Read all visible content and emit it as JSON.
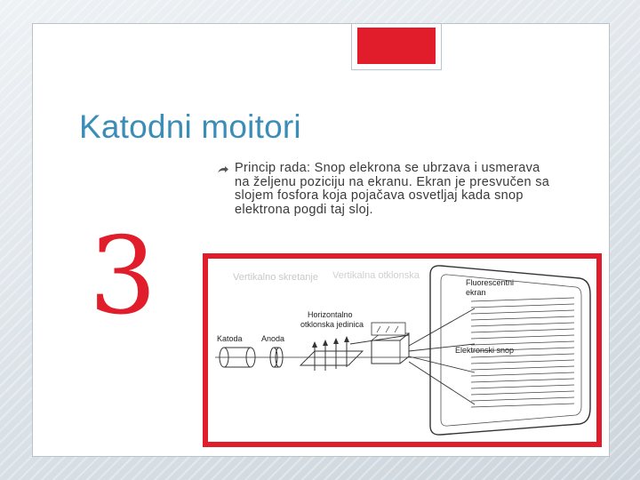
{
  "slide": {
    "title": "Katodni moitori",
    "number": "3",
    "bullet_text": "Princip rada: Snop elekrona se ubrzava i usmerava na željenu poziciju na ekranu. Ekran je presvučen sa slojem fosfora koja pojačava osvetljaj kada snop elektrona pogdi taj sloj.",
    "bullet_icon": "decorative-bullet-icon"
  },
  "diagram": {
    "labels": {
      "katoda": "Katoda",
      "anoda": "Anoda",
      "horizontal_line1": "Horizontalno",
      "horizontal_line2": "otklonska jedinica",
      "screen_line1": "Fluorescentni",
      "screen_line2": "ekran",
      "beam": "Elektronski snop"
    }
  },
  "colors": {
    "accent_red": "#e21d2b",
    "title_blue": "#3b8db8",
    "text_gray": "#3a3a3a"
  }
}
